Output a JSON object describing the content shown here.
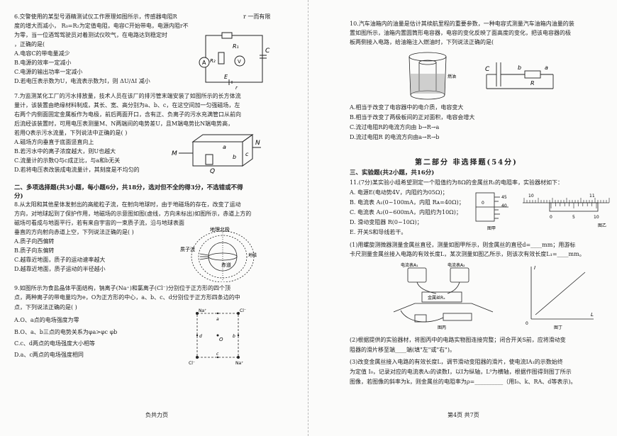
{
  "left": {
    "q6": {
      "lines": [
        "6.交警使用的某型号酒精测试仪工作原理如图所示，传感器电阻R",
        "度的增大而减小，  R₀=R₂为定值电阻，电容C开始带电，电源内阻r不",
        "为零，当一位酒驾驾驶员对着测试仪吹气，在电路达到稳定时",
        "，正确的是(",
        "A.电容C的带电量减少",
        "B.电源的效率一定减小",
        "C.电源的输出功率一定减小",
        "D.若电压表示数为U，电流表示数为I，则 ΔU/ΔI 减小"
      ],
      "side_text": "r 一而有限",
      "fig_labels": {
        "ammeter": "A",
        "r2": "R₂",
        "r1": "R₁",
        "voltmeter": "V",
        "c": "C",
        "e": "E",
        "r": "r"
      }
    },
    "q7": {
      "lines": [
        "7.为监测某化工厂的污水排放量，技术人员在该厂的排污管末端安装了如图所示的长方体流",
        "量计，该装置由绝缘材料制成，其长、宽、高分别为a、b、c，在这空间加一匀强磁场，左",
        "右两个内侧面固定金属板作为电极，前后两面开口，含有正、负离子的污水充满管口从前向",
        "后流经该装置时，可用电压表测量M、N两端间的电势差U，且M端电势比N端电势高，",
        "若用Q表示污水流量，下列说法中正确的是(        )",
        "A.磁场方向垂直于底面竖直向上",
        "B.若污水中的离子浓度越大，则U也越大",
        "C.流量计的示数Q与c成正比，与a和b无关",
        "D.若将电压表改装成电流量计，其刻度是不均匀的"
      ],
      "fig_labels": {
        "m": "M",
        "n": "N",
        "q": "Q",
        "a": "a",
        "b": "b",
        "c": "c"
      }
    },
    "sec2": "二、多项选择题(共3小题，每小题6分，共18分，选对但不全的得3分，不选错或不得",
    "sec2_cont": "分)",
    "q8": {
      "lines": [
        "8.从太阳和其他星体发射出的高能粒子流，在射向地球时，由于地磁场的存在，改变了运动",
        "方向，对地球起到了保护作用，地磁场的示意图如图(虚线，方向未标出)如图所示，赤道上方的",
        "磁场可看成与地面平行，若有来自宇宙的一束质子流，沿与地球表面",
        "垂直的方向射向赤道上空，下列说法正确的是(        )",
        "A.质子向西偏转",
        "B.质子向东偏转",
        "C.越靠近地面，质子的运动速率越大",
        "D.越靠近地面，质子运动的半径越小"
      ],
      "fig_labels": {
        "north": "地理北极",
        "stream": "质子流",
        "equator": "赤道",
        "field": "地磁场"
      }
    },
    "q9": {
      "lines": [
        "9.如图所示为食盐晶体平面结构，钠离子(Na⁺)和氯离子(Cl⁻)分别位于正方形的四个顶",
        "点，两种离子的带电量均为e，O为正方形的中心，a、b、c、d分别位于正方形四条边的中",
        "点，下列说法正确的是(  )",
        "A.O、a点的电场强度为零",
        "B.O、a、b三点的电势关系为φa>φc φb",
        "C.c、d两点的电场强度大小相等",
        "D.a、c两点的电场强度相同"
      ],
      "fig_labels": {
        "na_top": "Na⁺",
        "cl_top": "Cl⁻",
        "na_bottom": "Na⁺",
        "cl_bottom": "Cl⁻",
        "a": "a",
        "b": "b",
        "c": "c",
        "d": "d",
        "o": "O"
      }
    },
    "footer": "负共力页"
  },
  "right": {
    "q10": {
      "lines": [
        "10.汽车油箱内的油量是估计其续航里程的重要参数，一种电容式测量汽车油箱内油量的装",
        "置如图所示，油箱内置圆筒形电容器，电容的变化反映了面高度的变化，把该电容器的极",
        "板两侧接入电路，给油箱注入燃油时，下列说法正确的是(",
        "A.相当于改变了电容器中的电介质，电容变大",
        "B.相当于改变了两极板间的正对面积，电容会增大",
        "C.流过电阻R的电流方向由 b→R→a",
        "D.流过电阻R 的电流方向由a→R→b"
      ],
      "fig_labels": {
        "oil": "燃油",
        "c": "C",
        "a": "a",
        "b": "b",
        "r": "R"
      }
    },
    "part2": "第二部分    非选择题(54分)",
    "sec3": "三、实验题(共2小题，共16分)",
    "q11": {
      "lines": [
        "11.(7分)某实验小组希望测定一个阻值约为8Ω的金属丝R₁的电阻率，实验器材如下：",
        "A. 电源E(电动势4V，内阻约为05Ω)；",
        "B. 电流表 A₁(0~100mA，内阻 Rᴀ=40Ω)；",
        "C. 电流表 A₂(0~600mA，内阻约为10Ω)；",
        "D. 滑动变阻器 R(0~10Ω)；",
        "E. 开关S和导线若干。"
      ],
      "part1": "(1)用螺旋测微器测量金属丝直径，测量如图甲所示，则金属丝的直径d=____mm；用游标",
      "part1b": "卡尺测量金属丝接入电路的有效长度L，某次测量如图乙所示，则该次有效长度L₁=____mm。",
      "part2a": "(2)根据提供的实验器材，将图丙中的电路实物图连接完整；闭合开关S前，应将滑动变",
      "part2b": "阻器的滑片移至端____端(填\"左\"或\"右\")。",
      "part3a": "(3)改变金属丝接入电路的有效长度L，调节滑动变阻器的滑片，使电流IA₁的示数始终",
      "part3b": "为定值 I₀，记录对应的电流表A₂的读数I，以I为纵轴，L⁰为横轴，根据作图得到图丁所示",
      "part3c": "图像，若图像的斜率为k，则金属丝的电阻率为ρ=__________（用I₀、k、RA、d等表示)。",
      "fig_labels": {
        "jia": "图甲",
        "yi": "图乙",
        "bing": "图丙",
        "ding": "图丁",
        "m45": "45",
        "m40": "40",
        "m0": "0",
        "s10": "10",
        "s11": "11",
        "s0": "0",
        "s5": "5",
        "s10b": "10",
        "meter1": "电流表A₁",
        "meter2": "电流表A₂",
        "wire": "金属丝Rₓ",
        "axis_i": "I",
        "axis_l": "L",
        "origin": "0"
      }
    },
    "footer": "第4页    共7页"
  }
}
